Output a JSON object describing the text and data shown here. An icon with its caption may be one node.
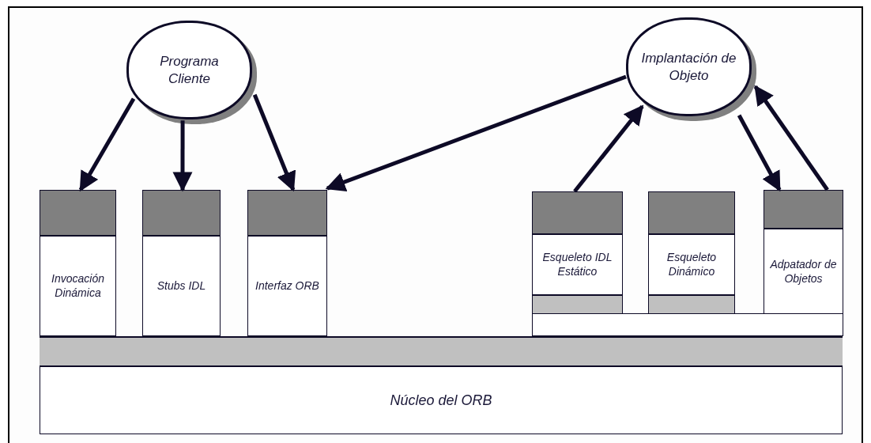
{
  "diagram": {
    "nodes": [
      {
        "text": [
          "Programa Cliente"
        ]
      },
      {
        "text": [
          "Implantación de Objeto"
        ]
      },
      {
        "text": [
          "Invocación Dinámica"
        ]
      },
      {
        "text": [
          "Stubs IDL"
        ]
      },
      {
        "text": [
          "Interfaz ORB"
        ]
      },
      {
        "text": [
          "Esqueleto IDL Estático"
        ]
      },
      {
        "text": [
          "Esqueleto Dinámico"
        ]
      },
      {
        "text": [
          "Adpatador de Objetos"
        ]
      },
      {
        "text": [
          "Núcleo del ORB"
        ]
      },
      {
        "text": [],
        "shape": "box"
      },
      {
        "text": [],
        "shape": "bar"
      }
    ],
    "edges": [
      {
        "from": 0,
        "to": 2,
        "arrow": "to"
      },
      {
        "from": 0,
        "to": 3,
        "arrow": "to"
      },
      {
        "from": 0,
        "to": 4,
        "arrow": "to"
      },
      {
        "from": 1,
        "to": 4,
        "arrow": "to"
      },
      {
        "from": 5,
        "to": 1,
        "arrow": "to"
      },
      {
        "from": 1,
        "to": 7,
        "arrow": "to"
      },
      {
        "from": 7,
        "to": 1,
        "arrow": "to"
      }
    ]
  }
}
